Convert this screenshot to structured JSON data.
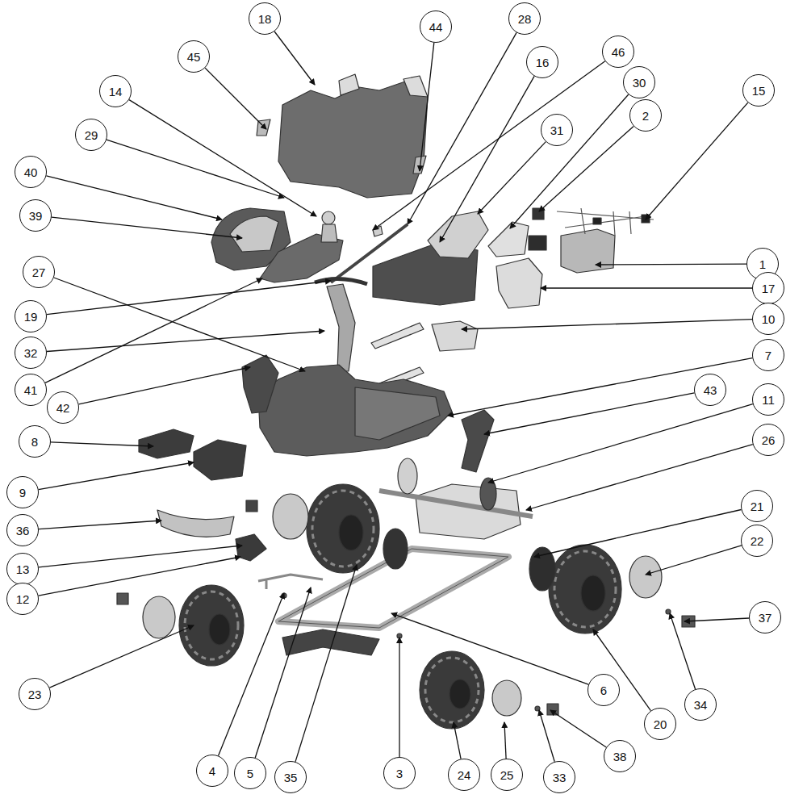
{
  "diagram": {
    "nodes": [
      {
        "text": [
          "18"
        ]
      },
      {
        "text": [
          "28"
        ]
      },
      {
        "text": [
          "44"
        ]
      },
      {
        "text": [
          "46"
        ]
      },
      {
        "text": [
          "45"
        ]
      },
      {
        "text": [
          "16"
        ]
      },
      {
        "text": [
          "30"
        ]
      },
      {
        "text": [
          "15"
        ]
      },
      {
        "text": [
          "14"
        ]
      },
      {
        "text": [
          "2"
        ]
      },
      {
        "text": [
          "31"
        ]
      },
      {
        "text": [
          "29"
        ]
      },
      {
        "text": [
          "40"
        ]
      },
      {
        "text": [
          "39"
        ]
      },
      {
        "text": [
          "1"
        ]
      },
      {
        "text": [
          "27"
        ]
      },
      {
        "text": [
          "17"
        ]
      },
      {
        "text": [
          "19"
        ]
      },
      {
        "text": [
          "10"
        ]
      },
      {
        "text": [
          "32"
        ]
      },
      {
        "text": [
          "7"
        ]
      },
      {
        "text": [
          "41"
        ]
      },
      {
        "text": [
          "43"
        ]
      },
      {
        "text": [
          "11"
        ]
      },
      {
        "text": [
          "42"
        ]
      },
      {
        "text": [
          "8"
        ]
      },
      {
        "text": [
          "26"
        ]
      },
      {
        "text": [
          "9"
        ]
      },
      {
        "text": [
          "21"
        ]
      },
      {
        "text": [
          "36"
        ]
      },
      {
        "text": [
          "22"
        ]
      },
      {
        "text": [
          "13"
        ]
      },
      {
        "text": [
          "12"
        ]
      },
      {
        "text": [
          "37"
        ]
      },
      {
        "text": [
          "6"
        ]
      },
      {
        "text": [
          "23"
        ]
      },
      {
        "text": [
          "34"
        ]
      },
      {
        "text": [
          "20"
        ]
      },
      {
        "text": [
          "38"
        ]
      },
      {
        "text": [
          "4"
        ]
      },
      {
        "text": [
          "3"
        ]
      },
      {
        "text": [
          "5"
        ]
      },
      {
        "text": [
          "24"
        ]
      },
      {
        "text": [
          "25"
        ]
      },
      {
        "text": [
          "35"
        ]
      },
      {
        "text": [
          "33"
        ]
      }
    ]
  }
}
